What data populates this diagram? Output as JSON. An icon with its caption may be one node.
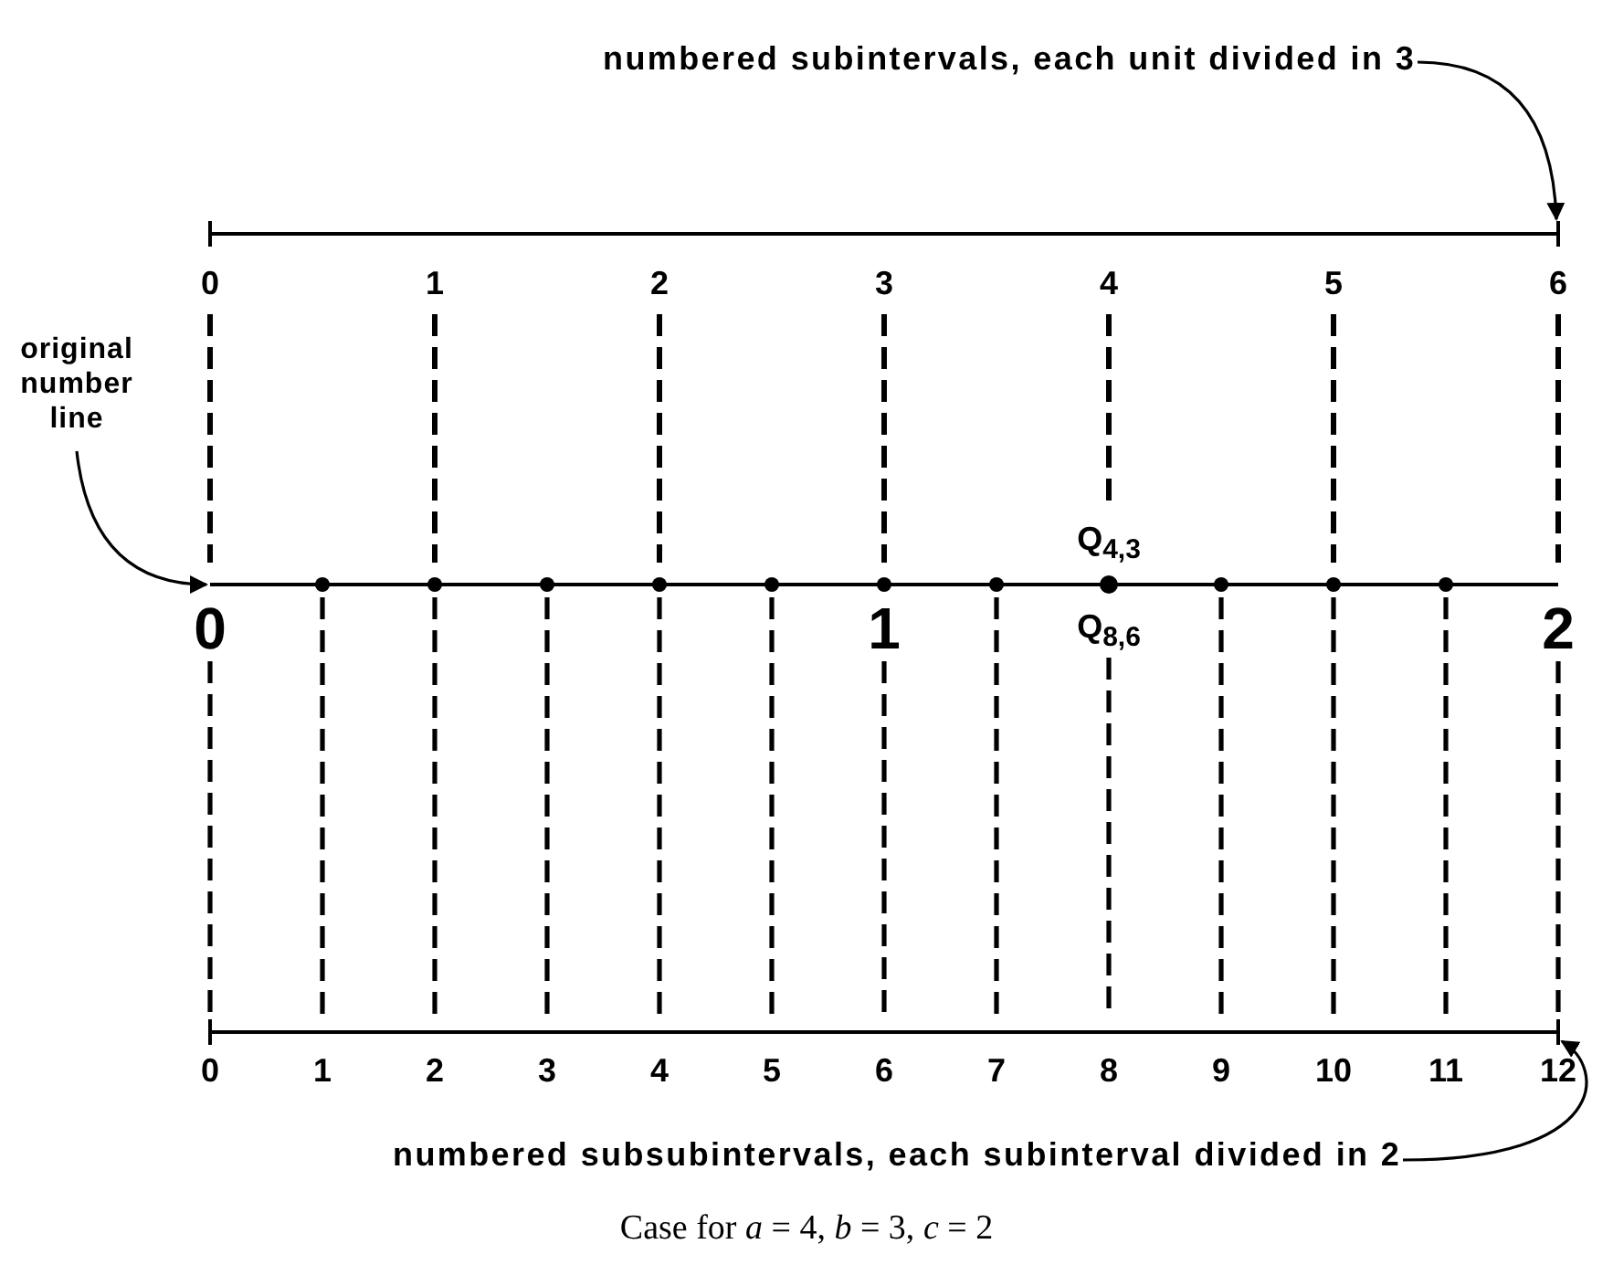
{
  "diagram": {
    "caption": "Case for *a* = 4, *b* = 3, *c* = 2",
    "nodes": [
      {
        "text": [
          "numbered subintervals, each unit divided in 3"
        ]
      },
      {
        "text": [],
        "shape": "bar"
      },
      {
        "text": [
          "original number line"
        ]
      },
      {
        "text": [],
        "shape": "bar"
      },
      {
        "text": [],
        "shape": "bar"
      },
      {
        "text": [
          "numbered subsubintervals, each subinterval divided in 2"
        ]
      }
    ],
    "edges": [
      {
        "from": 0,
        "to": 1,
        "arrow": "to"
      },
      {
        "from": 2,
        "to": 3,
        "arrow": "to"
      },
      {
        "from": 5,
        "to": 4,
        "arrow": "to"
      },
      {
        "from": 3,
        "to": 4,
        "arrow": "none",
        "style": "dashed"
      },
      {
        "from": 3,
        "to": 4,
        "arrow": "none",
        "style": "dashed"
      },
      {
        "from": 3,
        "to": 4,
        "arrow": "none",
        "style": "dashed"
      },
      {
        "from": 3,
        "to": 4,
        "arrow": "none",
        "style": "dashed"
      },
      {
        "from": 3,
        "to": 4,
        "arrow": "none",
        "style": "dashed"
      },
      {
        "from": 3,
        "to": 4,
        "arrow": "none",
        "style": "dashed"
      },
      {
        "from": 3,
        "to": 4,
        "arrow": "none",
        "style": "dashed"
      },
      {
        "from": 3,
        "to": 4,
        "arrow": "none",
        "style": "dashed"
      },
      {
        "from": 3,
        "to": 4,
        "arrow": "none",
        "style": "dashed"
      },
      {
        "from": 3,
        "to": 4,
        "arrow": "none",
        "style": "dashed"
      },
      {
        "from": 3,
        "to": 4,
        "arrow": "none",
        "style": "dashed"
      },
      {
        "from": 3,
        "to": 4,
        "arrow": "none",
        "style": "dashed"
      },
      {
        "from": 3,
        "to": 4,
        "arrow": "none",
        "style": "dashed"
      }
    ],
    "labels": [
      "0",
      "1",
      "2",
      "3",
      "4",
      "5",
      "6",
      "Q$_{4,3}$",
      "0",
      "1",
      "Q$_{8,6}$",
      "2",
      "0",
      "1",
      "2",
      "3",
      "4",
      "5",
      "6",
      "7",
      "8",
      "9",
      "10",
      "11",
      "12"
    ]
  }
}
